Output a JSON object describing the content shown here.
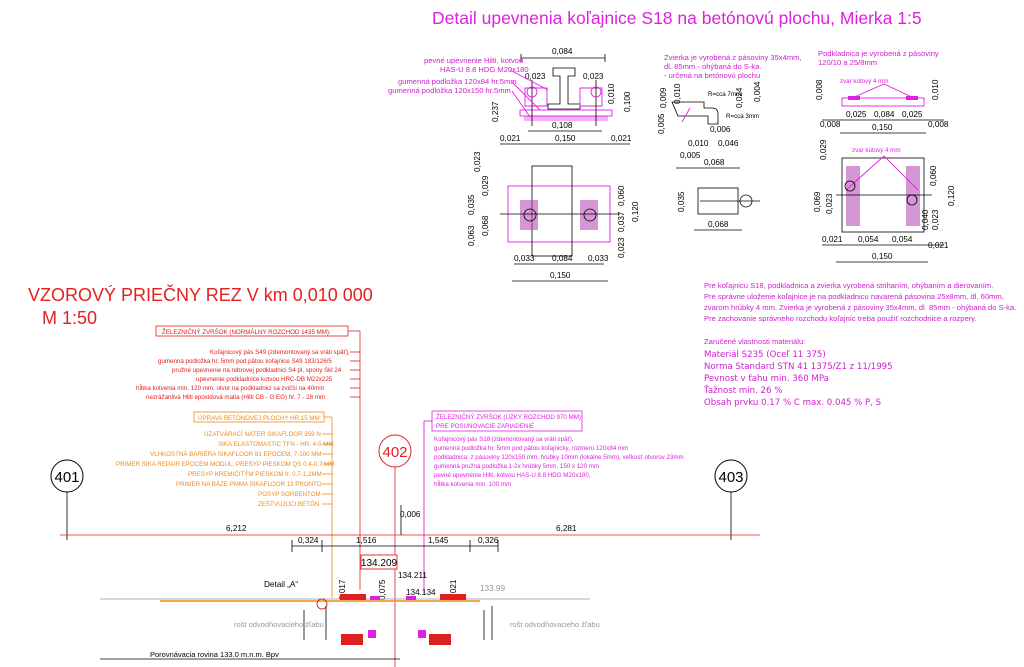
{
  "title": "Detail upevnenia koľajnice S18 na betónovú plochu, Mierka 1:5",
  "section_title": "VZOROVÝ PRIEČNY REZ V km 0,010 000",
  "section_scale": "M 1:50",
  "axes": [
    "401",
    "402",
    "403"
  ],
  "detail1": {
    "labels": [
      "pevné upevnenie Hilti, kotvou",
      "HAS-U 8.8 HDG M20x180",
      "gumenná podložka 120x84 hr.5mm",
      "gumenná podložka 120x150 hr.5mm"
    ],
    "dims": [
      "0,084",
      "0,023",
      "0,023",
      "0,010",
      "0,100",
      "0,237",
      "0,108",
      "0,021",
      "0,150",
      "0,021"
    ]
  },
  "detail2": {
    "labels": [
      "Zvierka je vyrobená z pásoviny 35x4mm,",
      "dl. 85mm - ohýbaná do S-ka.",
      "- určená na betónovú plochu",
      "R=cca 7mm",
      "R=cca 3mm"
    ],
    "dims": [
      "0,009",
      "0,010",
      "0,024",
      "0,004",
      "0,005",
      "0,006",
      "0,010",
      "0,046",
      "0,005",
      "0,068",
      "0,035",
      "0,068"
    ]
  },
  "detail3": {
    "labels": [
      "Podkladnica je vyrobená z pásoviny",
      "120/10 a 25/8mm",
      "zvar kútový 4 mm",
      "zvar kútový 4 mm"
    ],
    "dims": [
      "0,008",
      "0,010",
      "0,008",
      "0,025",
      "0,084",
      "0,025",
      "0,008",
      "0,150",
      "0,029",
      "0,069",
      "0,023",
      "0,060",
      "0,120",
      "0,040",
      "0,023",
      "0,021",
      "0,054",
      "0,054",
      "0,021",
      "0,150"
    ]
  },
  "plan1": {
    "dims": [
      "0,023",
      "0,035",
      "0,029",
      "0,063",
      "0,068",
      "0,060",
      "0,120",
      "0,037",
      "0,023",
      "0,033",
      "0,084",
      "0,033",
      "0,150"
    ]
  },
  "notes": [
    "Pre koľajnicu S18, podkladnica a zvierka vyrobená strihaním, ohýbaním a dierovaním.",
    "Pre správne uloženie koľajnice je na podkladnicu navarená pásovina 25x8mm, dl. 60mm,",
    "zvarom hrúbky 4 mm. Zvierka je vyrobená z pásoviny 35x4mm, dl. 85mm - ohýbaná do S-ka.",
    "Pre zachovanie správneho rozchodu koľajníc treba použiť rozchodnice a rozpery."
  ],
  "material": {
    "heading": "Zaručené vlastnosti materiálu:",
    "lines": [
      "Materiál S235 (Oceľ 11 375)",
      "Norma Standard STN 41 1375/Z1 z 11/1995",
      "Pevnost v ťahu min. 360 MPa",
      "Ťažnost min. 26 %",
      "Obsah prvku 0.17 % C max. 0.045 % P, S"
    ]
  },
  "box_normal": {
    "title": "ŽELEZNIČNÝ ZVRŠOK (NORMÁLNY ROZCHOD 1435 MM):",
    "lines": [
      "Koľajnicový pás S49 (zdemontovaný sa vráti späť),",
      "gumenná podložka hr. 5mm pod pätou koľajnice S49 183/126/5",
      "pružné upevnenie na rebrovej podkladnici S4 pl, spony Skl 24",
      "upevnenie podkladnice kotvou HRC-DB M22x225",
      "hĺbka kotvenia min. 120 mm, otvor na podkladnici sa zvičší na 40mm",
      "nezrážanlivá Hilti epoxidová malta (Hilti CB - G EG) hr. 7 - 28 mm"
    ]
  },
  "box_concrete": {
    "title": "ÚPRAVA BETÓNOVEJ PLOCHY HR.15 MM:",
    "lines": [
      "UZATVÁRACÍ NÁTER SIKAFLOOR 359 N",
      "SIKA ELASTOMASTIC TFN - HR. 4-5 MM",
      "VLHKOSTNÁ BARIÉRA SIKAFLOOR 81 EPOCEM, 7-100 MM",
      "PRIMER SIKA REPAIR EPOCEM MODUL, PRESYP PIESKOM QS 0.4-0,7 MM",
      "PRESYP KREMIČITÝM PIESKOM fr. 0,7-1,2MM",
      "PRIMER NA BÁZE PMMA SIKAFLOOR 13 PRONTO",
      "POSYP SORBENTOM",
      "ZEŠTVUJÚCI BETÓN"
    ]
  },
  "box_narrow": {
    "title": "ŽELEZNIČNÝ ZVRŠOK (ÚZKY ROZCHOD 970 MM)",
    "title2": "PRE POSUNOVACIE ZARIADENIE",
    "lines": [
      "Koľajnicový pás S18 (zdemontovaný sa vráti späť),",
      "gumenná podložka hr. 5mm pod pätou koľajnicky, rozmeru 120x84 mm",
      "podkladnica: z pásoviny 120x150 mm, hrúbky 10mm (lokálne 5mm), veľkosť otvorov 23mm",
      "gumenná pružná podložka 1-2x hrúbky 5mm, 150 x 120 mm",
      "pevné upevnenie Hilti, kotvou HAS-U 8.8 HDG M20x180,",
      "hĺbka kotvenia min. 100 mm"
    ]
  },
  "section_dims": {
    "top": "0,006",
    "left": "6,212",
    "right": "6,281",
    "a": "0,324",
    "b": "1,516",
    "c": "1,545",
    "d": "0,326",
    "level_main": "134.209",
    "level_side": "134.211",
    "level_low": "134.134",
    "level_right": "133.99",
    "d1": "0,017",
    "d2": "0,075",
    "d3": "0,021"
  },
  "detail_a": "Detail „A“",
  "trough_left": "rošt odvodňovacieho žľabu",
  "trough_right": "rošt odvodňovacieho žľabu",
  "datum": "Porovnávacia rovina 133.0 m.n.m. Bpv"
}
